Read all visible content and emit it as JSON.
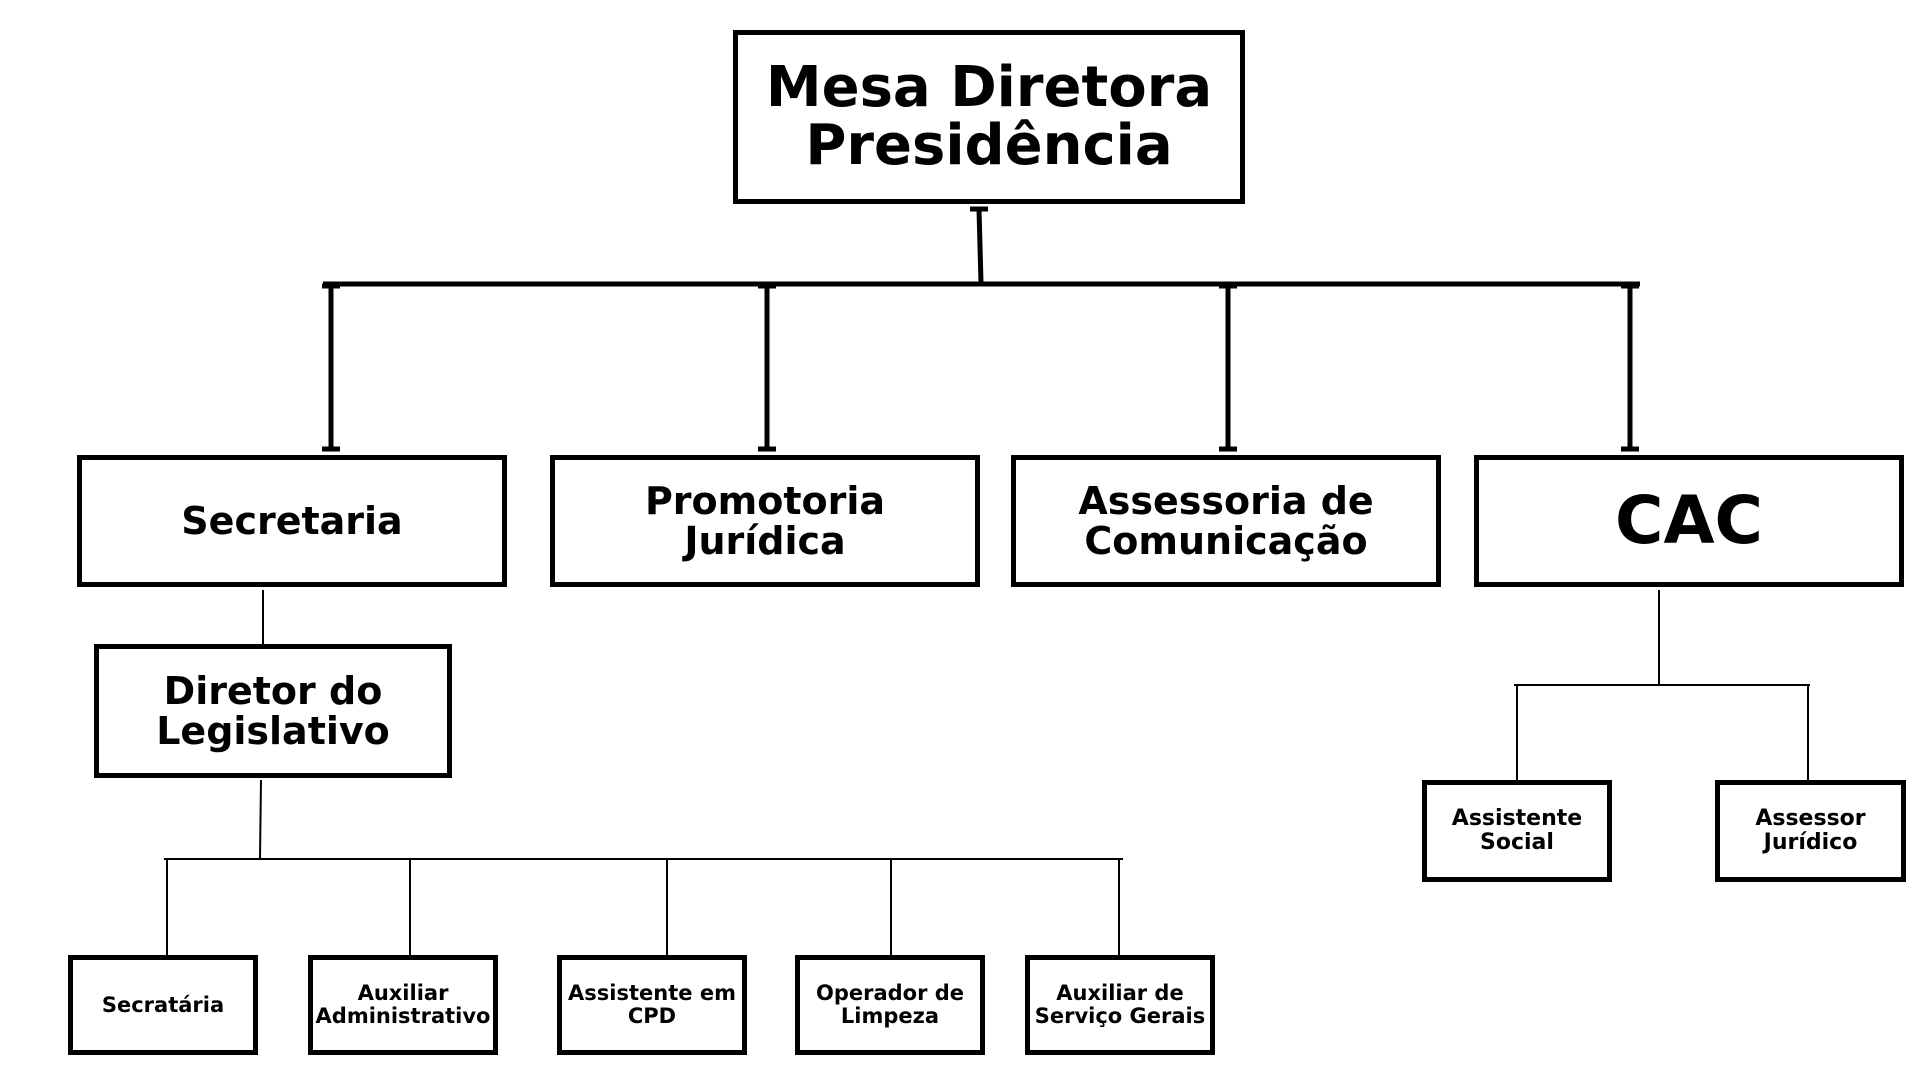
{
  "org_chart": {
    "root": "Mesa Diretora\nPresidência",
    "departments": {
      "secretaria": "Secretaria",
      "promotoria": "Promotoria\nJurídica",
      "comunicacao": "Assessoria de\nComunicação",
      "cac": "CAC"
    },
    "diretor": "Diretor do\nLegislativo",
    "legislative_staff": {
      "secretaria_staff": "Secratária",
      "auxiliar_adm": "Auxiliar\nAdministrativo",
      "assistente_cpd": "Assistente em\nCPD",
      "operador_limpeza": "Operador de\nLimpeza",
      "auxiliar_servicos": "Auxiliar de\nServiço Gerais"
    },
    "cac_staff": {
      "assistente_social": "Assistente\nSocial",
      "assessor_juridico": "Assessor\nJurídico"
    }
  },
  "colors": {
    "line": "#000000",
    "box_border": "#000000",
    "background": "#ffffff"
  }
}
